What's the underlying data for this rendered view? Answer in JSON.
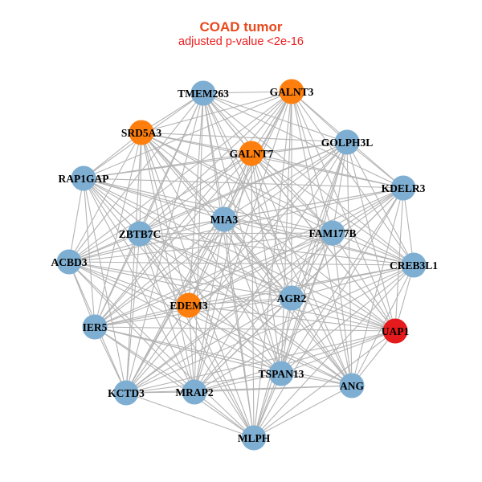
{
  "title": "COAD tumor",
  "subtitle": "adjusted p-value <2e-16",
  "colors": {
    "title": "#e8491d",
    "subtitle": "#ee1c1c",
    "edge": "#b4b4b4",
    "default_node": "#7eafd2",
    "highlight_node": "#ff7f0e",
    "hub_node": "#e41a1c"
  },
  "nodes": [
    {
      "id": "TMEM263",
      "group": "default"
    },
    {
      "id": "GALNT3",
      "group": "highlight"
    },
    {
      "id": "SRD5A3",
      "group": "highlight"
    },
    {
      "id": "GALNT7",
      "group": "highlight"
    },
    {
      "id": "GOLPH3L",
      "group": "default"
    },
    {
      "id": "RAP1GAP",
      "group": "default"
    },
    {
      "id": "KDELR3",
      "group": "default"
    },
    {
      "id": "MIA3",
      "group": "default"
    },
    {
      "id": "ZBTB7C",
      "group": "default"
    },
    {
      "id": "FAM177B",
      "group": "default"
    },
    {
      "id": "ACBD3",
      "group": "default"
    },
    {
      "id": "CREB3L1",
      "group": "default"
    },
    {
      "id": "AGR2",
      "group": "default"
    },
    {
      "id": "EDEM3",
      "group": "highlight"
    },
    {
      "id": "IER5",
      "group": "default"
    },
    {
      "id": "UAP1",
      "group": "hub"
    },
    {
      "id": "TSPAN13",
      "group": "default"
    },
    {
      "id": "ANG",
      "group": "default"
    },
    {
      "id": "KCTD3",
      "group": "default"
    },
    {
      "id": "MRAP2",
      "group": "default"
    },
    {
      "id": "MLPH",
      "group": "default"
    }
  ],
  "edges": [
    [
      "TMEM263",
      "GALNT3"
    ],
    [
      "TMEM263",
      "SRD5A3"
    ],
    [
      "TMEM263",
      "GALNT7"
    ],
    [
      "TMEM263",
      "GOLPH3L"
    ],
    [
      "TMEM263",
      "RAP1GAP"
    ],
    [
      "TMEM263",
      "KDELR3"
    ],
    [
      "TMEM263",
      "MIA3"
    ],
    [
      "TMEM263",
      "ZBTB7C"
    ],
    [
      "TMEM263",
      "FAM177B"
    ],
    [
      "TMEM263",
      "ACBD3"
    ],
    [
      "TMEM263",
      "CREB3L1"
    ],
    [
      "TMEM263",
      "AGR2"
    ],
    [
      "TMEM263",
      "EDEM3"
    ],
    [
      "TMEM263",
      "IER5"
    ],
    [
      "TMEM263",
      "UAP1"
    ],
    [
      "TMEM263",
      "TSPAN13"
    ],
    [
      "TMEM263",
      "ANG"
    ],
    [
      "TMEM263",
      "KCTD3"
    ],
    [
      "TMEM263",
      "MRAP2"
    ],
    [
      "TMEM263",
      "MLPH"
    ],
    [
      "GALNT3",
      "SRD5A3"
    ],
    [
      "GALNT3",
      "GALNT7"
    ],
    [
      "GALNT3",
      "GOLPH3L"
    ],
    [
      "GALNT3",
      "RAP1GAP"
    ],
    [
      "GALNT3",
      "KDELR3"
    ],
    [
      "GALNT3",
      "MIA3"
    ],
    [
      "GALNT3",
      "ZBTB7C"
    ],
    [
      "GALNT3",
      "FAM177B"
    ],
    [
      "GALNT3",
      "ACBD3"
    ],
    [
      "GALNT3",
      "CREB3L1"
    ],
    [
      "GALNT3",
      "AGR2"
    ],
    [
      "GALNT3",
      "EDEM3"
    ],
    [
      "GALNT3",
      "IER5"
    ],
    [
      "GALNT3",
      "UAP1"
    ],
    [
      "GALNT3",
      "TSPAN13"
    ],
    [
      "GALNT3",
      "ANG"
    ],
    [
      "GALNT3",
      "KCTD3"
    ],
    [
      "GALNT3",
      "MRAP2"
    ],
    [
      "GALNT3",
      "MLPH"
    ],
    [
      "SRD5A3",
      "GALNT7"
    ],
    [
      "SRD5A3",
      "GOLPH3L"
    ],
    [
      "SRD5A3",
      "RAP1GAP"
    ],
    [
      "SRD5A3",
      "KDELR3"
    ],
    [
      "SRD5A3",
      "MIA3"
    ],
    [
      "SRD5A3",
      "ZBTB7C"
    ],
    [
      "SRD5A3",
      "FAM177B"
    ],
    [
      "SRD5A3",
      "ACBD3"
    ],
    [
      "SRD5A3",
      "CREB3L1"
    ],
    [
      "SRD5A3",
      "AGR2"
    ],
    [
      "SRD5A3",
      "EDEM3"
    ],
    [
      "SRD5A3",
      "IER5"
    ],
    [
      "SRD5A3",
      "UAP1"
    ],
    [
      "SRD5A3",
      "TSPAN13"
    ],
    [
      "SRD5A3",
      "ANG"
    ],
    [
      "SRD5A3",
      "KCTD3"
    ],
    [
      "SRD5A3",
      "MRAP2"
    ],
    [
      "SRD5A3",
      "MLPH"
    ],
    [
      "GALNT7",
      "GOLPH3L"
    ],
    [
      "GALNT7",
      "RAP1GAP"
    ],
    [
      "GALNT7",
      "KDELR3"
    ],
    [
      "GALNT7",
      "MIA3"
    ],
    [
      "GALNT7",
      "ZBTB7C"
    ],
    [
      "GALNT7",
      "FAM177B"
    ],
    [
      "GALNT7",
      "ACBD3"
    ],
    [
      "GALNT7",
      "CREB3L1"
    ],
    [
      "GALNT7",
      "AGR2"
    ],
    [
      "GALNT7",
      "EDEM3"
    ],
    [
      "GALNT7",
      "IER5"
    ],
    [
      "GALNT7",
      "UAP1"
    ],
    [
      "GALNT7",
      "TSPAN13"
    ],
    [
      "GALNT7",
      "ANG"
    ],
    [
      "GALNT7",
      "KCTD3"
    ],
    [
      "GALNT7",
      "MRAP2"
    ],
    [
      "GALNT7",
      "MLPH"
    ],
    [
      "GOLPH3L",
      "RAP1GAP"
    ],
    [
      "GOLPH3L",
      "KDELR3"
    ],
    [
      "GOLPH3L",
      "MIA3"
    ],
    [
      "GOLPH3L",
      "ZBTB7C"
    ],
    [
      "GOLPH3L",
      "FAM177B"
    ],
    [
      "GOLPH3L",
      "ACBD3"
    ],
    [
      "GOLPH3L",
      "CREB3L1"
    ],
    [
      "GOLPH3L",
      "AGR2"
    ],
    [
      "GOLPH3L",
      "EDEM3"
    ],
    [
      "GOLPH3L",
      "IER5"
    ],
    [
      "GOLPH3L",
      "UAP1"
    ],
    [
      "GOLPH3L",
      "TSPAN13"
    ],
    [
      "GOLPH3L",
      "ANG"
    ],
    [
      "GOLPH3L",
      "KCTD3"
    ],
    [
      "GOLPH3L",
      "MRAP2"
    ],
    [
      "GOLPH3L",
      "MLPH"
    ],
    [
      "RAP1GAP",
      "KDELR3"
    ],
    [
      "RAP1GAP",
      "MIA3"
    ],
    [
      "RAP1GAP",
      "ZBTB7C"
    ],
    [
      "RAP1GAP",
      "FAM177B"
    ],
    [
      "RAP1GAP",
      "ACBD3"
    ],
    [
      "RAP1GAP",
      "CREB3L1"
    ],
    [
      "RAP1GAP",
      "AGR2"
    ],
    [
      "RAP1GAP",
      "EDEM3"
    ],
    [
      "RAP1GAP",
      "IER5"
    ],
    [
      "RAP1GAP",
      "UAP1"
    ],
    [
      "RAP1GAP",
      "TSPAN13"
    ],
    [
      "RAP1GAP",
      "ANG"
    ],
    [
      "RAP1GAP",
      "KCTD3"
    ],
    [
      "RAP1GAP",
      "MRAP2"
    ],
    [
      "RAP1GAP",
      "MLPH"
    ],
    [
      "KDELR3",
      "MIA3"
    ],
    [
      "KDELR3",
      "ZBTB7C"
    ],
    [
      "KDELR3",
      "FAM177B"
    ],
    [
      "KDELR3",
      "ACBD3"
    ],
    [
      "KDELR3",
      "CREB3L1"
    ],
    [
      "KDELR3",
      "AGR2"
    ],
    [
      "KDELR3",
      "EDEM3"
    ],
    [
      "KDELR3",
      "IER5"
    ],
    [
      "KDELR3",
      "UAP1"
    ],
    [
      "KDELR3",
      "TSPAN13"
    ],
    [
      "KDELR3",
      "ANG"
    ],
    [
      "KDELR3",
      "KCTD3"
    ],
    [
      "KDELR3",
      "MRAP2"
    ],
    [
      "KDELR3",
      "MLPH"
    ],
    [
      "MIA3",
      "ZBTB7C"
    ],
    [
      "MIA3",
      "FAM177B"
    ],
    [
      "MIA3",
      "ACBD3"
    ],
    [
      "MIA3",
      "CREB3L1"
    ],
    [
      "MIA3",
      "AGR2"
    ],
    [
      "MIA3",
      "EDEM3"
    ],
    [
      "MIA3",
      "IER5"
    ],
    [
      "MIA3",
      "UAP1"
    ],
    [
      "MIA3",
      "TSPAN13"
    ],
    [
      "MIA3",
      "ANG"
    ],
    [
      "MIA3",
      "KCTD3"
    ],
    [
      "MIA3",
      "MRAP2"
    ],
    [
      "MIA3",
      "MLPH"
    ],
    [
      "ZBTB7C",
      "FAM177B"
    ],
    [
      "ZBTB7C",
      "ACBD3"
    ],
    [
      "ZBTB7C",
      "CREB3L1"
    ],
    [
      "ZBTB7C",
      "AGR2"
    ],
    [
      "ZBTB7C",
      "EDEM3"
    ],
    [
      "ZBTB7C",
      "IER5"
    ],
    [
      "ZBTB7C",
      "UAP1"
    ],
    [
      "ZBTB7C",
      "TSPAN13"
    ],
    [
      "ZBTB7C",
      "ANG"
    ],
    [
      "ZBTB7C",
      "KCTD3"
    ],
    [
      "ZBTB7C",
      "MRAP2"
    ],
    [
      "ZBTB7C",
      "MLPH"
    ],
    [
      "FAM177B",
      "ACBD3"
    ],
    [
      "FAM177B",
      "CREB3L1"
    ],
    [
      "FAM177B",
      "AGR2"
    ],
    [
      "FAM177B",
      "EDEM3"
    ],
    [
      "FAM177B",
      "IER5"
    ],
    [
      "FAM177B",
      "UAP1"
    ],
    [
      "FAM177B",
      "TSPAN13"
    ],
    [
      "FAM177B",
      "ANG"
    ],
    [
      "FAM177B",
      "KCTD3"
    ],
    [
      "FAM177B",
      "MRAP2"
    ],
    [
      "FAM177B",
      "MLPH"
    ],
    [
      "ACBD3",
      "CREB3L1"
    ],
    [
      "ACBD3",
      "AGR2"
    ],
    [
      "ACBD3",
      "EDEM3"
    ],
    [
      "ACBD3",
      "IER5"
    ],
    [
      "ACBD3",
      "UAP1"
    ],
    [
      "ACBD3",
      "TSPAN13"
    ],
    [
      "ACBD3",
      "ANG"
    ],
    [
      "ACBD3",
      "KCTD3"
    ],
    [
      "ACBD3",
      "MRAP2"
    ],
    [
      "ACBD3",
      "MLPH"
    ],
    [
      "CREB3L1",
      "AGR2"
    ],
    [
      "CREB3L1",
      "EDEM3"
    ],
    [
      "CREB3L1",
      "IER5"
    ],
    [
      "CREB3L1",
      "UAP1"
    ],
    [
      "CREB3L1",
      "TSPAN13"
    ],
    [
      "CREB3L1",
      "ANG"
    ],
    [
      "CREB3L1",
      "KCTD3"
    ],
    [
      "CREB3L1",
      "MRAP2"
    ],
    [
      "CREB3L1",
      "MLPH"
    ],
    [
      "AGR2",
      "EDEM3"
    ],
    [
      "AGR2",
      "IER5"
    ],
    [
      "AGR2",
      "UAP1"
    ],
    [
      "AGR2",
      "TSPAN13"
    ],
    [
      "AGR2",
      "ANG"
    ],
    [
      "AGR2",
      "KCTD3"
    ],
    [
      "AGR2",
      "MRAP2"
    ],
    [
      "AGR2",
      "MLPH"
    ],
    [
      "EDEM3",
      "IER5"
    ],
    [
      "EDEM3",
      "UAP1"
    ],
    [
      "EDEM3",
      "TSPAN13"
    ],
    [
      "EDEM3",
      "ANG"
    ],
    [
      "EDEM3",
      "KCTD3"
    ],
    [
      "EDEM3",
      "MRAP2"
    ],
    [
      "EDEM3",
      "MLPH"
    ],
    [
      "IER5",
      "UAP1"
    ],
    [
      "IER5",
      "TSPAN13"
    ],
    [
      "IER5",
      "ANG"
    ],
    [
      "IER5",
      "KCTD3"
    ],
    [
      "IER5",
      "MRAP2"
    ],
    [
      "IER5",
      "MLPH"
    ],
    [
      "UAP1",
      "TSPAN13"
    ],
    [
      "UAP1",
      "ANG"
    ],
    [
      "UAP1",
      "KCTD3"
    ],
    [
      "UAP1",
      "MRAP2"
    ],
    [
      "UAP1",
      "MLPH"
    ],
    [
      "TSPAN13",
      "ANG"
    ],
    [
      "TSPAN13",
      "KCTD3"
    ],
    [
      "TSPAN13",
      "MRAP2"
    ],
    [
      "TSPAN13",
      "MLPH"
    ],
    [
      "ANG",
      "KCTD3"
    ],
    [
      "ANG",
      "MRAP2"
    ],
    [
      "ANG",
      "MLPH"
    ],
    [
      "KCTD3",
      "MRAP2"
    ],
    [
      "KCTD3",
      "MLPH"
    ],
    [
      "MRAP2",
      "MLPH"
    ]
  ]
}
